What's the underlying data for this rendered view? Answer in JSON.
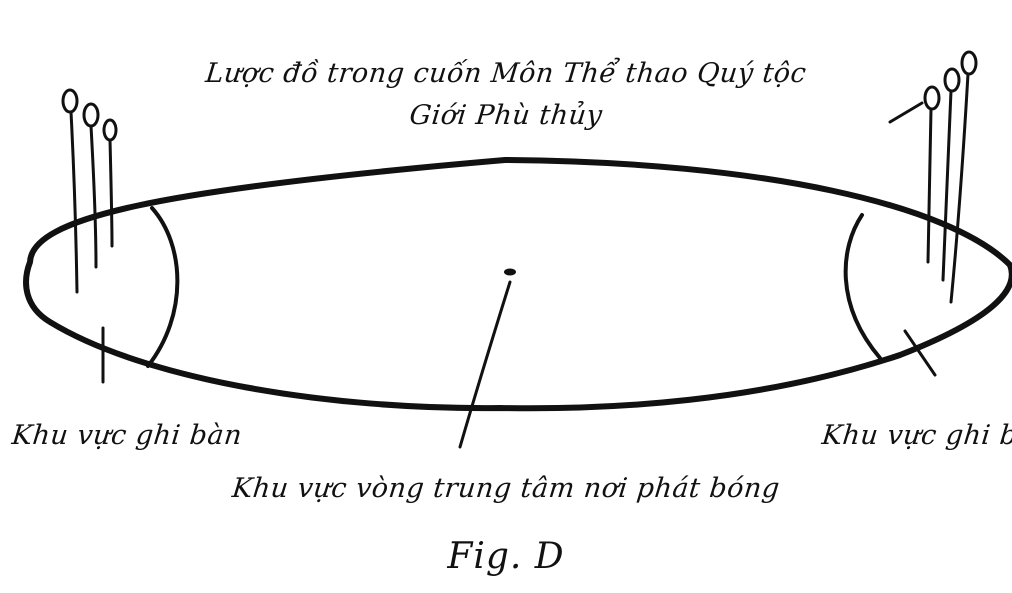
{
  "diagram": {
    "title_line1": "Lược đồ trong cuốn Môn Thể thao Quý tộc",
    "title_line2": "Giới Phù thủy",
    "left_label": "Khu vực ghi bàn",
    "right_label": "Khu vực ghi bàn",
    "center_label": "Khu vực vòng trung tâm nơi phát bóng",
    "figure_label": "Fig. D",
    "ink_color": "#111111",
    "paper_color": "#ffffff"
  }
}
